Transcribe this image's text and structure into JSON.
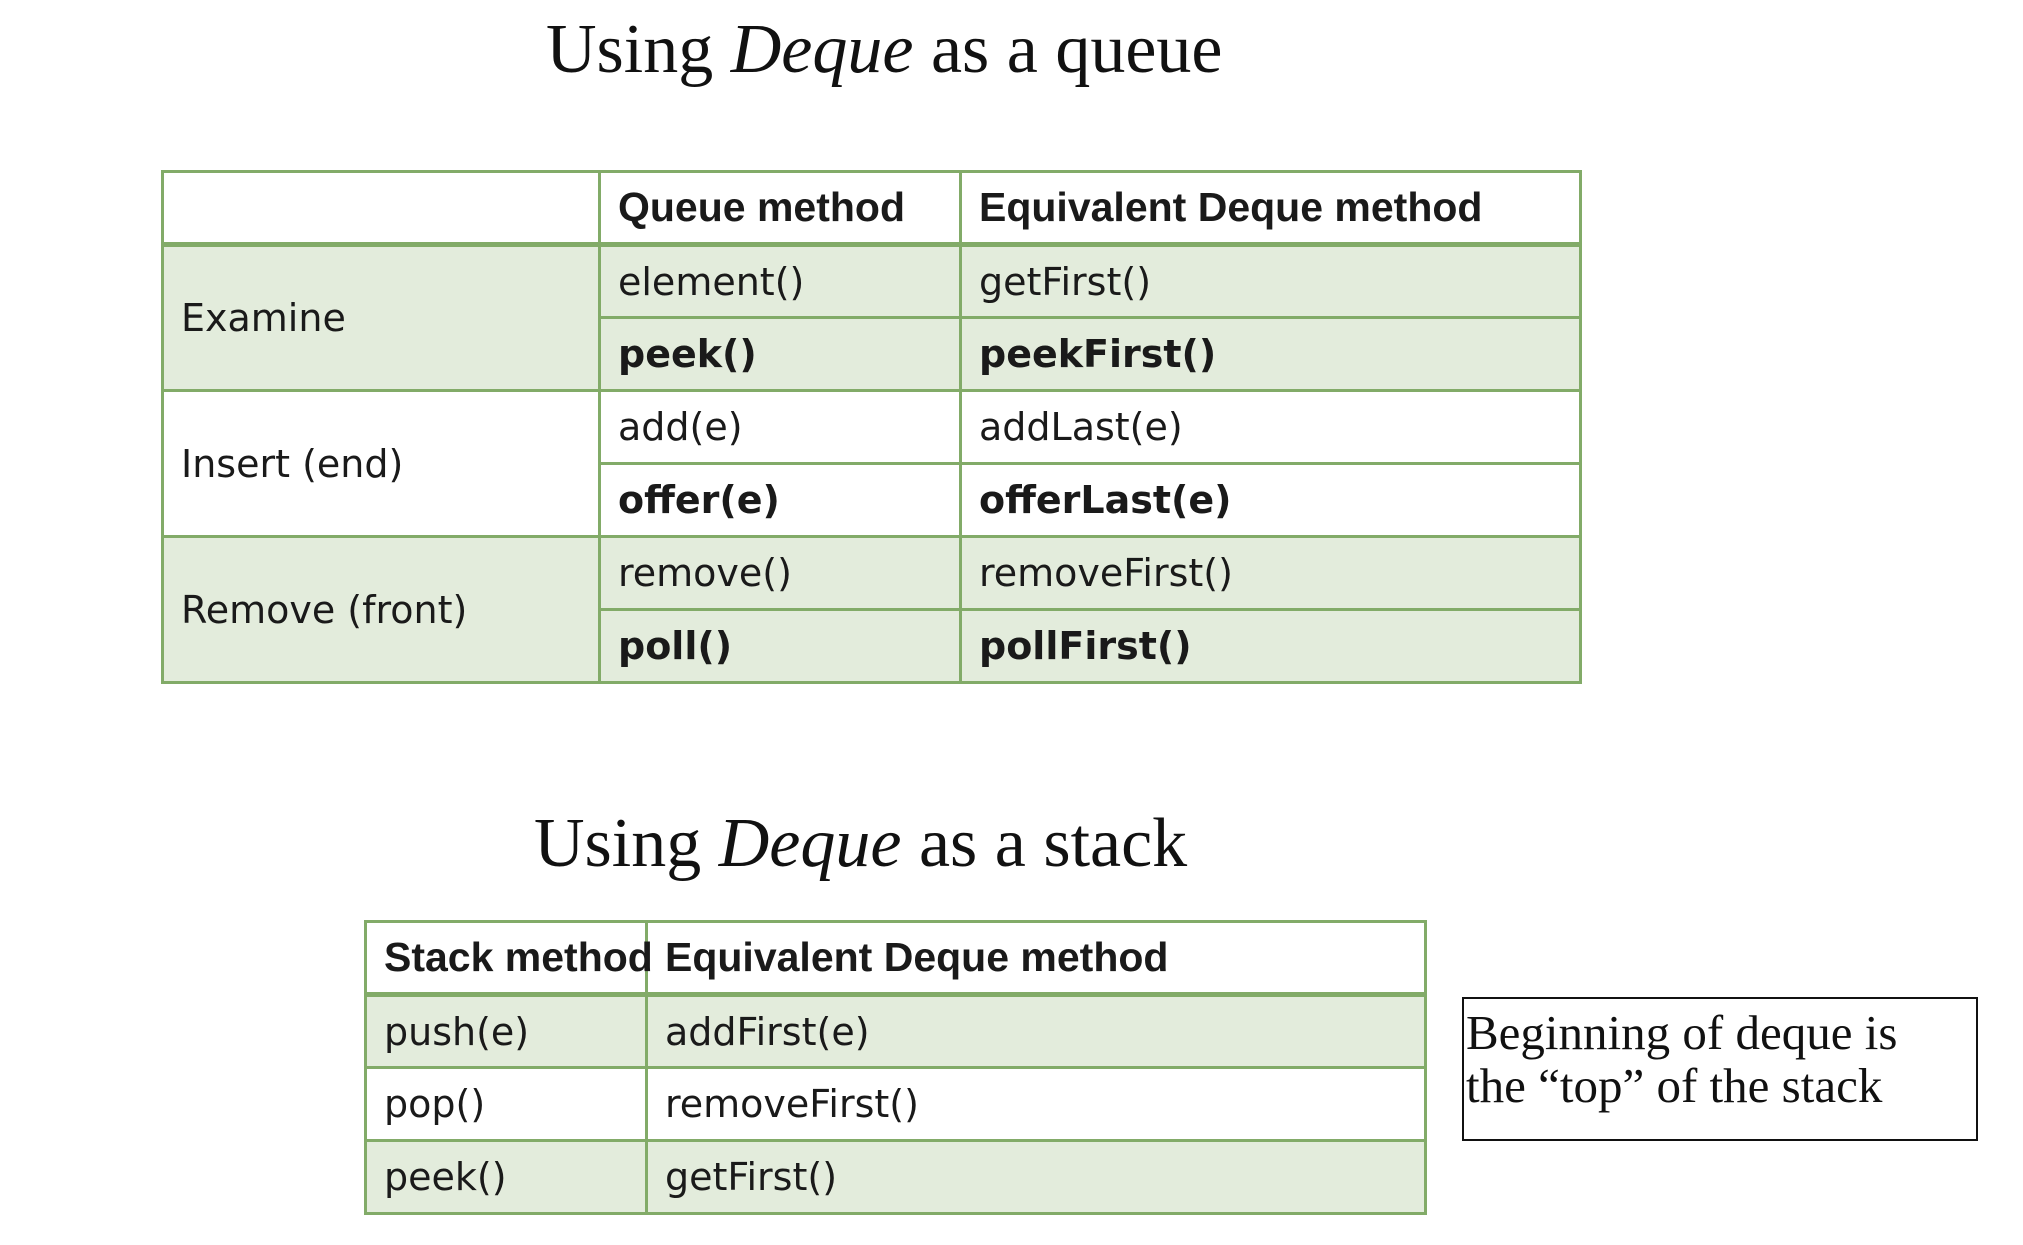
{
  "queue_section": {
    "title_pre": "Using ",
    "title_em": "Deque",
    "title_post": " as a queue",
    "headers": [
      "",
      "Queue method",
      "Equivalent Deque method"
    ],
    "groups": [
      {
        "operation": "Examine",
        "rows": [
          [
            "element()",
            "getFirst()"
          ],
          [
            "peek()",
            "peekFirst()"
          ]
        ]
      },
      {
        "operation": "Insert (end)",
        "rows": [
          [
            "add(e)",
            "addLast(e)"
          ],
          [
            "offer(e)",
            "offerLast(e)"
          ]
        ]
      },
      {
        "operation": "Remove (front)",
        "rows": [
          [
            "remove()",
            "removeFirst()"
          ],
          [
            "poll()",
            "pollFirst()"
          ]
        ]
      }
    ]
  },
  "stack_section": {
    "title_pre": "Using ",
    "title_em": "Deque",
    "title_post": " as a stack",
    "headers": [
      "Stack method",
      "Equivalent Deque method"
    ],
    "rows": [
      [
        "push(e)",
        "addFirst(e)"
      ],
      [
        "pop()",
        "removeFirst()"
      ],
      [
        "peek()",
        "getFirst()"
      ]
    ]
  },
  "note": {
    "line1": "Beginning of deque is",
    "line2": "the “top” of the stack"
  },
  "colors": {
    "border": "#82ab68",
    "shade": "#e3ecdc"
  }
}
